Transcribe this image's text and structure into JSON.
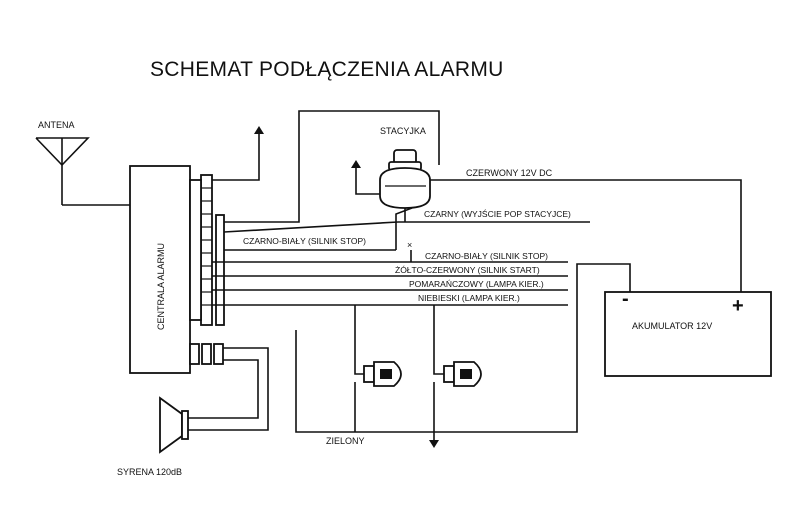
{
  "title": "SCHEMAT PODŁĄCZENIA ALARMU",
  "labels": {
    "antenna": "ANTENA",
    "central_unit": "CENTRALA ALARMU",
    "ignition_switch": "STACYJKA",
    "red_wire": "CZERWONY 12V DC",
    "black_wire": "CZARNY (WYJŚCIE POP STACYJCE)",
    "black_white_upper": "CZARNO-BIAŁY (SILNIK STOP)",
    "black_white_lower": "CZARNO-BIAŁY (SILNIK STOP)",
    "yellow_red": "ŻÓŁTO-CZERWONY (SILNIK START)",
    "orange": "POMARAŃCZOWY (LAMPA KIER.)",
    "blue": "NIEBIESKI (LAMPA KIER.)",
    "battery": "AKUMULATOR 12V",
    "battery_minus": "-",
    "battery_plus": "+",
    "green": "ZIELONY",
    "siren": "SYRENA 120dB"
  },
  "icons": {
    "antenna": "antenna-icon",
    "ignition": "ignition-key-icon",
    "siren": "siren-horn-icon",
    "lamp": "turn-signal-lamp-icon",
    "ground": "ground-arrow-icon"
  },
  "colors": {
    "ink": "#111111",
    "background": "#ffffff"
  }
}
